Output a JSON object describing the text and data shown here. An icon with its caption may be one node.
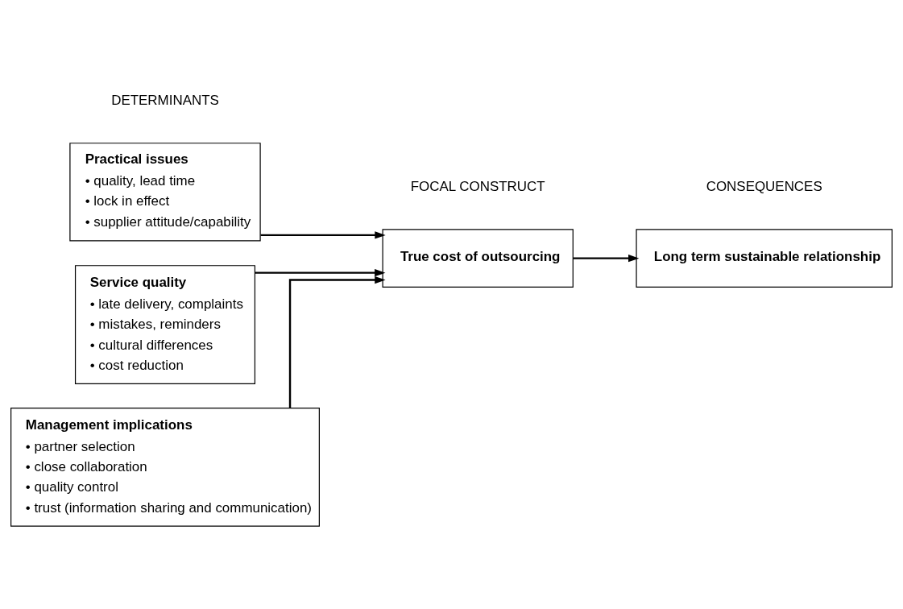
{
  "diagram": {
    "nodes": [
      {
        "text": [
          "Practical issues",
          "• quality, lead time",
          "• lock in effect",
          "• supplier attitude/capability"
        ]
      },
      {
        "text": [
          "Service quality",
          "• late delivery, complaints",
          "• mistakes, reminders",
          "• cultural differences",
          "• cost reduction"
        ]
      },
      {
        "text": [
          "Management implications",
          "• partner selection",
          "• close collaboration",
          "• quality control",
          "• trust (information sharing and communication)"
        ]
      },
      {
        "text": [
          "True cost of outsourcing"
        ]
      },
      {
        "text": [
          "Long term sustainable relationship"
        ]
      }
    ],
    "edges": [
      {
        "from": 0,
        "to": 3,
        "arrow": "to"
      },
      {
        "from": 1,
        "to": 3,
        "arrow": "to"
      },
      {
        "from": 2,
        "to": 3,
        "arrow": "to"
      },
      {
        "from": 3,
        "to": 4,
        "arrow": "to"
      }
    ],
    "labels": [
      "DETERMINANTS",
      "FOCAL CONSTRUCT",
      "CONSEQUENCES"
    ]
  }
}
